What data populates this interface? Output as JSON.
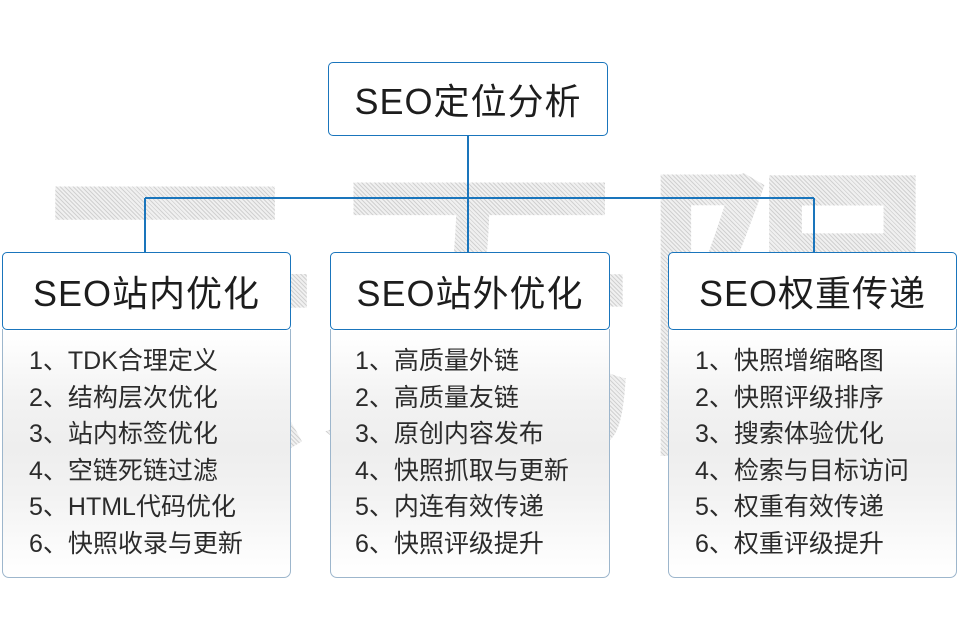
{
  "watermark": {
    "text": "云无限"
  },
  "colors": {
    "node_border": "#1a75bc",
    "connector": "#1a75bc",
    "panel_border": "#9db6cc",
    "text": "#1d1d1d",
    "item_text": "#2b2b2b",
    "background": "#ffffff"
  },
  "root": {
    "title": "SEO定位分析"
  },
  "columns": [
    {
      "title": "SEO站内优化",
      "items": [
        "1、TDK合理定义",
        "2、结构层次优化",
        "3、站内标签优化",
        "4、空链死链过滤",
        "5、HTML代码优化",
        "6、快照收录与更新"
      ]
    },
    {
      "title": "SEO站外优化",
      "items": [
        "1、高质量外链",
        "2、高质量友链",
        "3、原创内容发布",
        "4、快照抓取与更新",
        "5、内连有效传递",
        "6、快照评级提升"
      ]
    },
    {
      "title": "SEO权重传递",
      "items": [
        "1、快照增缩略图",
        "2、快照评级排序",
        "3、搜索体验优化",
        "4、检索与目标访问",
        "5、权重有效传递",
        "6、权重评级提升"
      ]
    }
  ]
}
